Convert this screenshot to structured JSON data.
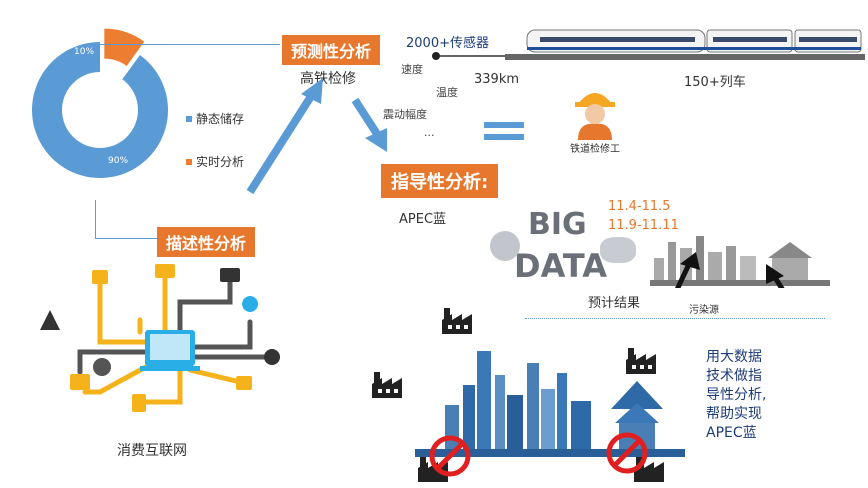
{
  "donut": {
    "slices": [
      {
        "label": "90%",
        "value": 90,
        "color": "#5b9bd5"
      },
      {
        "label": "10%",
        "value": 10,
        "color": "#ed7d31"
      }
    ]
  },
  "legend": [
    {
      "label": "静态储存",
      "color": "#5b9bd5"
    },
    {
      "label": "实时分析",
      "color": "#ed7d31"
    }
  ],
  "sections": {
    "predictive": "预测性分析",
    "predictive_sub": "高铁检修",
    "guiding": "指导性分析:",
    "descriptive": "描述性分析"
  },
  "train": {
    "sensors": "2000+传感器",
    "speed": "速度",
    "temperature": "温度",
    "vibration": "震动幅度",
    "ellipsis": "...",
    "distance": "339km",
    "trains": "150+列车",
    "worker": "铁道检修工"
  },
  "apec": {
    "label": "APEC蓝",
    "date1": "11.4-11.5",
    "date2": "11.9-11.11",
    "forecast": "预计结果",
    "pollution": "污染源",
    "bigdata_word1": "BIG",
    "bigdata_word2": "DATA",
    "conclusion": [
      "用大数据",
      "技术做指",
      "导性分析,",
      "帮助实现",
      "APEC蓝"
    ]
  },
  "iot": {
    "label": "消费互联网"
  },
  "colors": {
    "accent_orange": "#e8772e",
    "blue": "#5b9bd5",
    "line_yellow": "#f5b21b",
    "line_gray": "#555555"
  }
}
